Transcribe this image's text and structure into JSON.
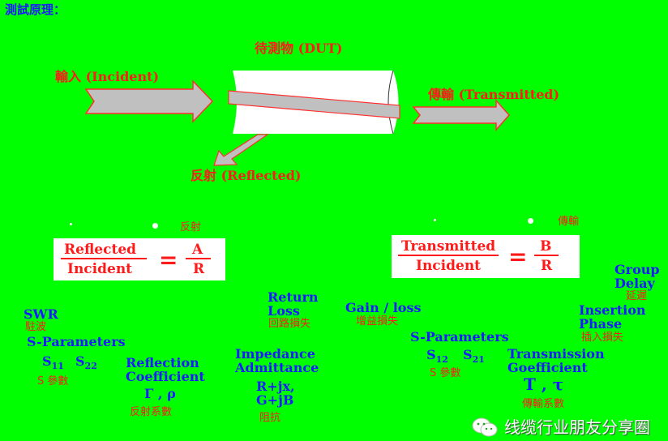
{
  "title": "測試原理：",
  "dut_label": "待測物 (DUT)",
  "incident_label": "輸入 (Incident)",
  "transmitted_label": "傳輸 (Transmitted)",
  "reflected_label": "反射 (Reflected)",
  "reflection": {
    "cn_label": "反射",
    "numerator": "Reflected",
    "denominator": "Incident",
    "equals": "=",
    "ratio_num": "A",
    "ratio_den": "R",
    "swr": "SWR",
    "swr_cn": "駐波",
    "sparams": "S-Parameters",
    "s11": "S",
    "s11_sub": "11",
    "s22": "S",
    "s22_sub": "22",
    "s_cn": "S 參數",
    "refl_coef_1": "Reflection",
    "refl_coef_2": "Coefficient",
    "refl_symbols": "Γ , ρ",
    "refl_coef_cn": "反射系數",
    "return_loss_1": "Return",
    "return_loss_2": "Loss",
    "return_loss_cn": "回路損失",
    "impedance_1": "Impedance",
    "impedance_2": "Admittance",
    "rx": "R+jx,",
    "gb": "G+jB",
    "impedance_cn": "阻抗"
  },
  "transmission": {
    "cn_label": "傳輸",
    "numerator": "Transmitted",
    "denominator": "Incident",
    "equals": "=",
    "ratio_num": "B",
    "ratio_den": "R",
    "gain": "Gain / loss",
    "gain_cn": "增益損失",
    "sparams": "S-Parameters",
    "s12": "S",
    "s12_sub": "12",
    "s21": "S",
    "s21_sub": "21",
    "s_cn": "S 參數",
    "trans_coef_1": "Transmission",
    "trans_coef_2": "Goefficient",
    "trans_symbols": "T , τ",
    "trans_coef_cn": "傳輸系數",
    "group_delay_1": "Group",
    "group_delay_2": "Delay",
    "group_delay_cn": "延遲",
    "insertion_1": "Insertion",
    "insertion_2": "Phase",
    "insertion_cn": "插入損失"
  },
  "watermark": "线缆行业朋友分享圈",
  "colors": {
    "background": "#00ff00",
    "label_blue": "#1a1aff",
    "label_red": "#ff1a1a",
    "arrow_gray": "#c0c0c0"
  }
}
